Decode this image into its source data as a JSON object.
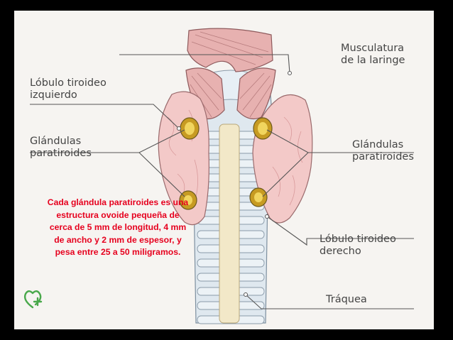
{
  "labels": {
    "musculatura": "Musculatura\nde la laringe",
    "lobulo_izquierdo": "Lóbulo tiroideo\nizquierdo",
    "glandulas_izquierda": "Glándulas\nparatiroides",
    "glandulas_derecha": "Glándulas\nparatiroides",
    "lobulo_derecho": "Lóbulo tiroideo\nderecho",
    "traquea": "Tráquea"
  },
  "caption": "Cada glándula paratiroides es una estructura ovoide pequeña de cerca de 5 mm de longitud, 4 mm de ancho y 2 mm de espesor, y pesa entre 25 a 50 miligramos.",
  "colors": {
    "background": "#f6f4f1",
    "caption": "#e6001e",
    "muscle": "#e7b1b0",
    "thyroid": "#f3c9c8",
    "trachea": "#dfe8ef",
    "cartilage": "#f2e8c8",
    "gland": "#d4b02a",
    "leader_lines": "#555555",
    "logo": "#49a84b"
  },
  "icons": {
    "logo": "heart-plus-icon"
  }
}
